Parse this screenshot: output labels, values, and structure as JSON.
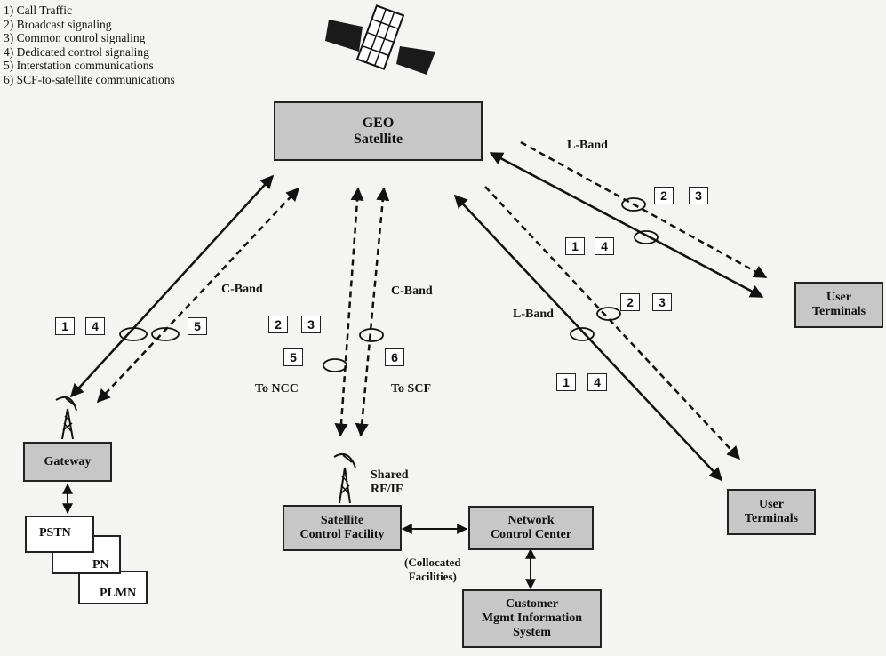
{
  "legend": [
    "1) Call Traffic",
    "2) Broadcast signaling",
    "3) Common control signaling",
    "4) Dedicated control signaling",
    "5) Interstation communications",
    "6) SCF-to-satellite communications"
  ],
  "nodes": {
    "geo_satellite": [
      "GEO",
      "Satellite"
    ],
    "user_terminals_top": [
      "User",
      "Terminals"
    ],
    "user_terminals_bottom": [
      "User",
      "Terminals"
    ],
    "gateway": "Gateway",
    "scf": [
      "Satellite",
      "Control Facility"
    ],
    "ncc": [
      "Network",
      "Control Center"
    ],
    "cmis": [
      "Customer",
      "Mgmt Information",
      "System"
    ],
    "pstn": "PSTN",
    "pn": "PN",
    "plmn": "PLMN"
  },
  "labels": {
    "l_band_top": "L-Band",
    "l_band_mid": "L-Band",
    "c_band_left": "C-Band",
    "c_band_center": "C-Band",
    "to_ncc": "To NCC",
    "to_scf": "To SCF",
    "shared_rf": [
      "Shared",
      "RF/IF"
    ],
    "collocated": [
      "(Collocated",
      "Facilities)"
    ]
  },
  "badges": {
    "gw_1": "1",
    "gw_4": "4",
    "gw_5": "5",
    "ctr_2": "2",
    "ctr_3": "3",
    "ctr_5": "5",
    "ctr_6": "6",
    "ut1_2": "2",
    "ut1_3": "3",
    "ut1_1": "1",
    "ut1_4": "4",
    "ut2_2": "2",
    "ut2_3": "3",
    "ut2_1": "1",
    "ut2_4": "4"
  },
  "colors": {
    "box_fill": "#c7c7c7",
    "line": "#111111",
    "background": "#f4f4f2"
  }
}
